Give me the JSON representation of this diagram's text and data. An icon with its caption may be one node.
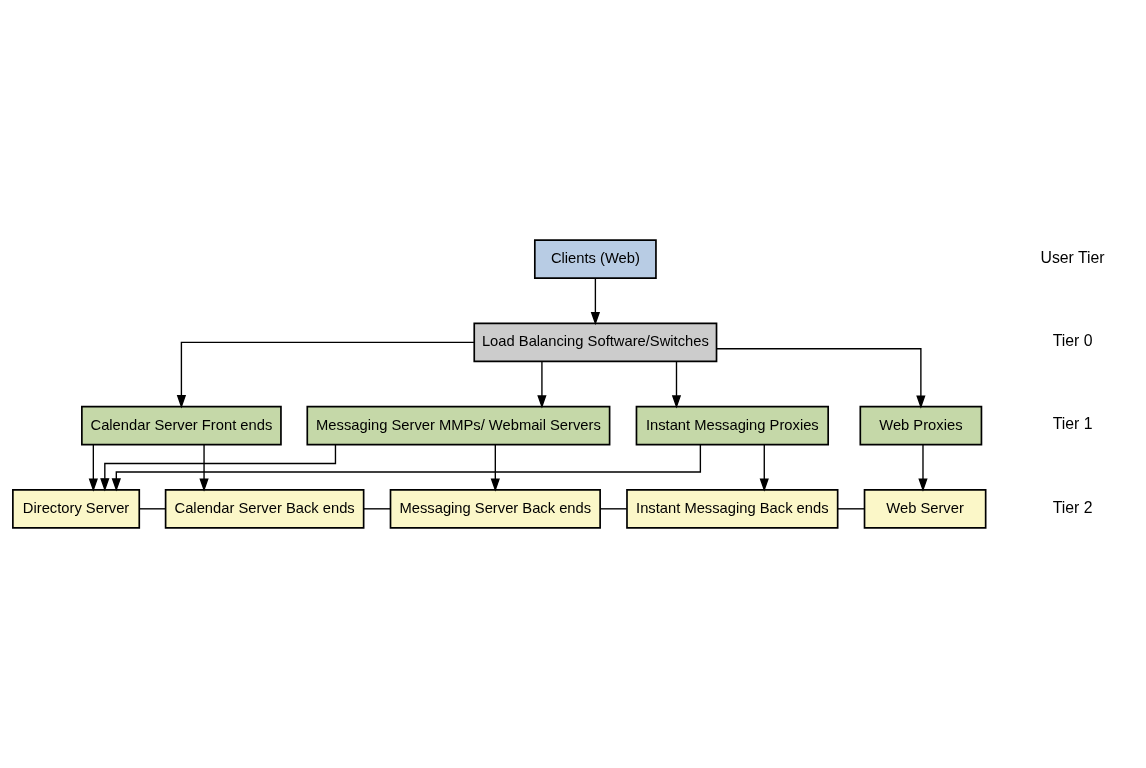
{
  "diagram": {
    "nodes": [
      {
        "text": [
          "Clients (Web)"
        ]
      },
      {
        "text": [
          "Load Balancing Software/Switches"
        ]
      },
      {
        "text": [
          "Calendar Server Front ends"
        ]
      },
      {
        "text": [
          "Messaging Server MMPs/ Webmail Servers"
        ]
      },
      {
        "text": [
          "Instant Messaging Proxies"
        ]
      },
      {
        "text": [
          "Web Proxies"
        ]
      },
      {
        "text": [
          "Directory Server"
        ]
      },
      {
        "text": [
          "Calendar Server Back ends"
        ]
      },
      {
        "text": [
          "Messaging Server Back ends"
        ]
      },
      {
        "text": [
          "Instant Messaging Back ends"
        ]
      },
      {
        "text": [
          "Web Server"
        ]
      }
    ],
    "edges": [
      {
        "from": 0,
        "to": 1,
        "arrow": "to"
      },
      {
        "from": 1,
        "to": 2,
        "arrow": "to"
      },
      {
        "from": 1,
        "to": 3,
        "arrow": "to"
      },
      {
        "from": 1,
        "to": 4,
        "arrow": "to"
      },
      {
        "from": 1,
        "to": 5,
        "arrow": "to"
      },
      {
        "from": 2,
        "to": 6,
        "arrow": "to"
      },
      {
        "from": 2,
        "to": 7,
        "arrow": "to"
      },
      {
        "from": 3,
        "to": 6,
        "arrow": "to"
      },
      {
        "from": 3,
        "to": 8,
        "arrow": "to"
      },
      {
        "from": 4,
        "to": 6,
        "arrow": "to"
      },
      {
        "from": 4,
        "to": 9,
        "arrow": "to"
      },
      {
        "from": 5,
        "to": 10,
        "arrow": "to"
      },
      {
        "from": 6,
        "to": 7,
        "arrow": "none"
      },
      {
        "from": 7,
        "to": 8,
        "arrow": "none"
      },
      {
        "from": 8,
        "to": 9,
        "arrow": "none"
      },
      {
        "from": 9,
        "to": 10,
        "arrow": "none"
      }
    ],
    "labels": [
      "User Tier",
      "Tier 0",
      "Tier 1",
      "Tier 2"
    ]
  }
}
